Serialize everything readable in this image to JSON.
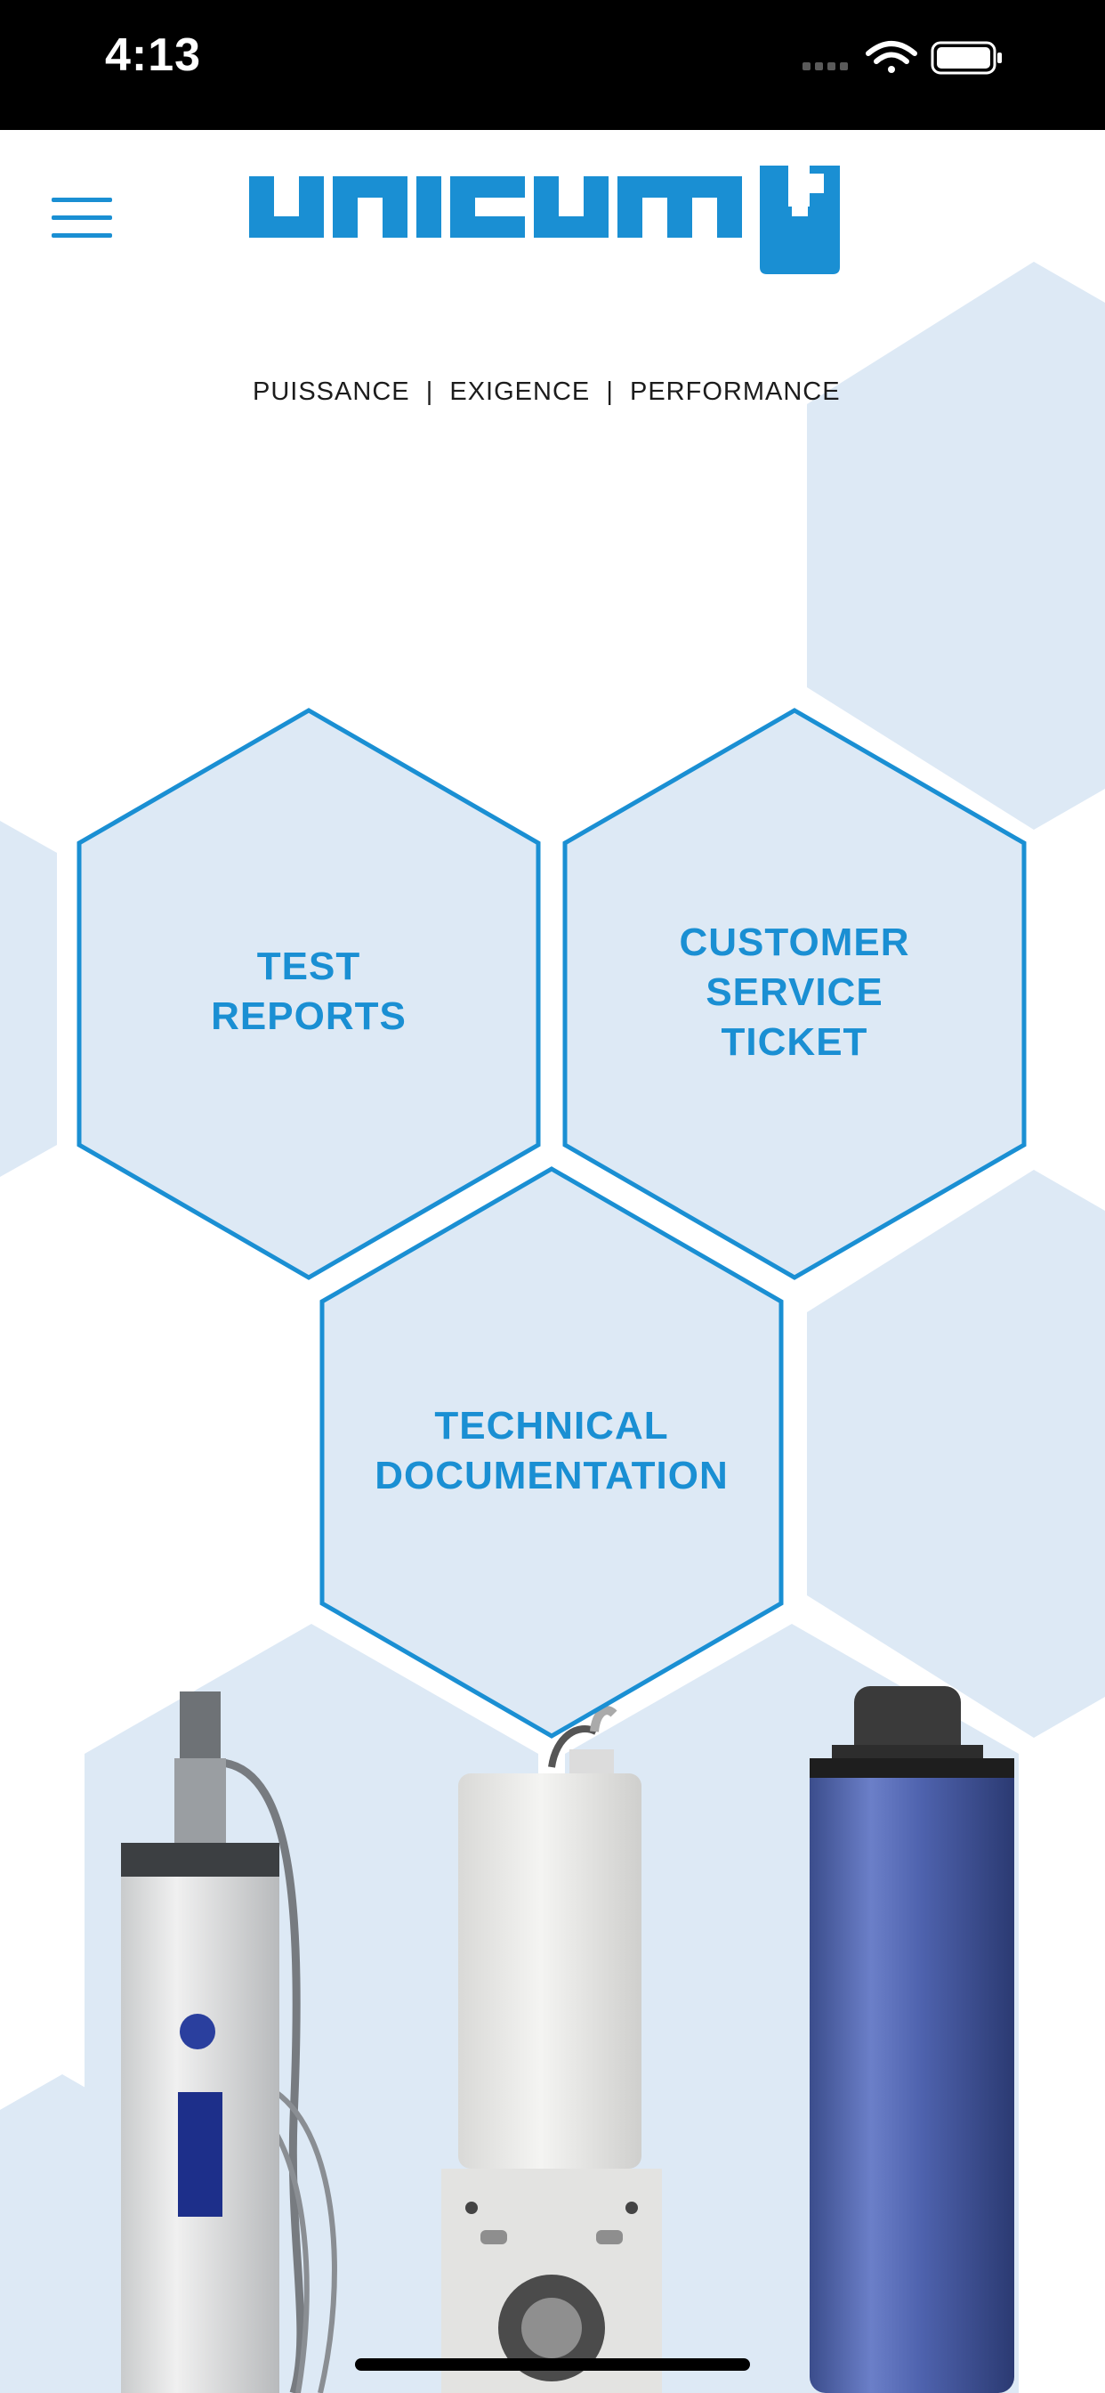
{
  "status_bar": {
    "time": "4:13",
    "signal_icon": "cellular-signal-icon",
    "wifi_icon": "wifi-icon",
    "battery_icon": "battery-full-icon"
  },
  "header": {
    "menu_icon": "hamburger-menu-icon",
    "logo": {
      "wordmark": "unicum",
      "tagline": "PUISSANCE  |  EXIGENCE  |  PERFORMANCE"
    }
  },
  "tiles": [
    {
      "line1": "TEST",
      "line2": "REPORTS"
    },
    {
      "line1": "CUSTOMER",
      "line2": "SERVICE",
      "line3": "TICKET"
    },
    {
      "line1": "TECHNICAL",
      "line2": "DOCUMENTATION"
    }
  ],
  "colors": {
    "brand_blue": "#1a8fd3",
    "hex_fill": "#dde9f5",
    "status_bar": "#000000"
  },
  "products": [
    "motor-tube-with-cable",
    "white-gear-motor",
    "blue-tubular-motor"
  ]
}
